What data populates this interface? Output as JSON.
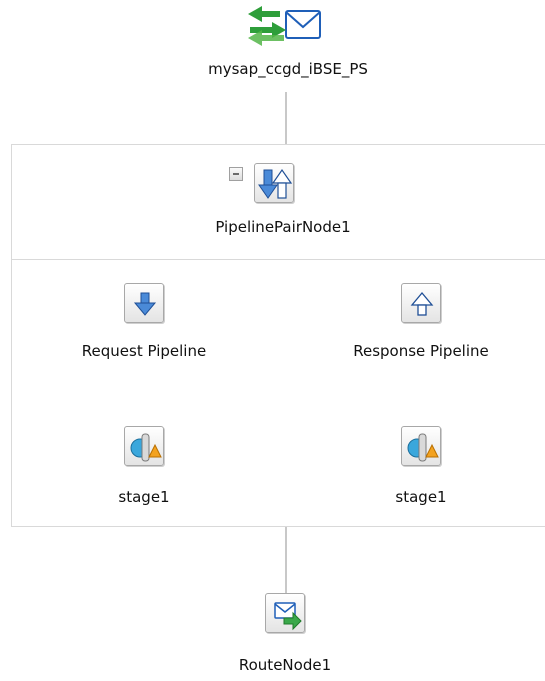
{
  "proxy_service": {
    "label": "mysap_ccgd_iBSE_PS"
  },
  "pipeline_pair": {
    "label": "PipelinePairNode1"
  },
  "request_pipeline": {
    "label": "Request Pipeline"
  },
  "response_pipeline": {
    "label": "Response Pipeline"
  },
  "request_stage": {
    "label": "stage1"
  },
  "response_stage": {
    "label": "stage1"
  },
  "route_node": {
    "label": "RouteNode1"
  }
}
